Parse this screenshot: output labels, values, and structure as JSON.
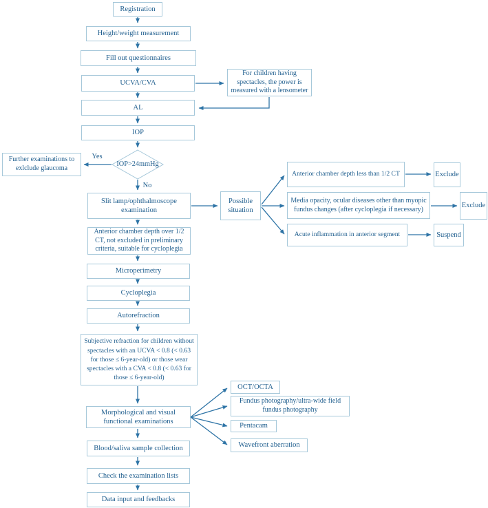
{
  "diagram": {
    "colors": {
      "box_border": "#a6c8da",
      "text": "#1f5e8e",
      "arrow": "#2e74a6"
    },
    "nodes": {
      "registration": "Registration",
      "height_weight": "Height/weight measurement",
      "questionnaires": "Fill out questionnaires",
      "ucva_cva": "UCVA/CVA",
      "lensometer": "For children having spectacles, the power is measured with a lensometer",
      "al": "AL",
      "iop": "IOP",
      "decision": "IOP>24mmHg",
      "glaucoma": "Further examinations to exlclude glaucoma",
      "slit_lamp": "Slit lamp/ophthalmoscope examination",
      "possible": "Possible situation",
      "acd_less": "Anterior chamber depth less than 1/2 CT",
      "exclude1": "Exclude",
      "media_opacity": "Media opacity, ocular diseases other than myopic fundus changes (after cycloplegia if necessary)",
      "exclude2": "Exclude",
      "acute_inflammation": "Acute inflammation in anterior segment",
      "suspend": "Suspend",
      "acd_over": "Anterior chamber depth over 1/2 CT, not excluded in preliminary criteria, suitable for cycloplegia",
      "microperimetry": "Microperimetry",
      "cycloplegia": "Cycloplegia",
      "autorefraction": "Autorefraction",
      "subjective": "Subjective refraction for children without spectacles with an UCVA < 0.8 (< 0.63 for those ≤ 6-year-old) or those wear spectacles with a CVA < 0.8 (< 0.63 for those ≤ 6-year-old)",
      "morphological": "Morphological and visual functional examinations",
      "oct_octa": "OCT/OCTA",
      "fundus": "Fundus photography/ultra-wide field fundus photography",
      "pentacam": "Pentacam",
      "wavefront": "Wavefront aberration",
      "blood_saliva": "Blood/saliva sample collection",
      "check_lists": "Check the examination lists",
      "data_input": "Data input and feedbacks"
    },
    "labels": {
      "yes": "Yes",
      "no": "No"
    }
  }
}
